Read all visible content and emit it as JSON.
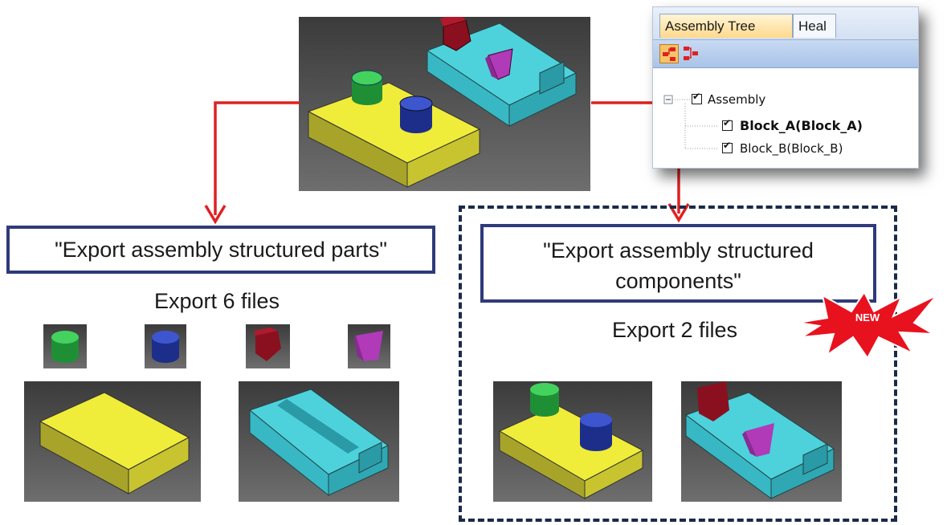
{
  "tree_panel": {
    "tabs": [
      {
        "label": "Assembly Tree",
        "active": true
      },
      {
        "label": "Heal",
        "active": false
      }
    ],
    "toolbar_icons": [
      "expand-tree-icon",
      "collapse-tree-icon"
    ],
    "nodes": [
      {
        "label": "Assembly",
        "checked": true,
        "bold": false
      },
      {
        "label": "Block_A(Block_A)",
        "checked": true,
        "bold": true
      },
      {
        "label": "Block_B(Block_B)",
        "checked": true,
        "bold": false
      }
    ]
  },
  "left_option": {
    "label": "\"Export assembly structured parts\"",
    "result": "Export 6 files"
  },
  "right_option": {
    "label": "\"Export assembly structured components\"",
    "result": "Export 2 files",
    "badge": "NEW"
  },
  "colors": {
    "arrow": "#e02020",
    "box_border": "#2f3a7a",
    "yellow_block": "#f0ec3a",
    "cyan_block": "#4dd2dc",
    "green_cylinder": "#2fb84a",
    "blue_cylinder": "#2a3fb0",
    "red_wedge": "#8a1020",
    "purple_wedge": "#b03ab8",
    "badge_red": "#e8121e"
  }
}
